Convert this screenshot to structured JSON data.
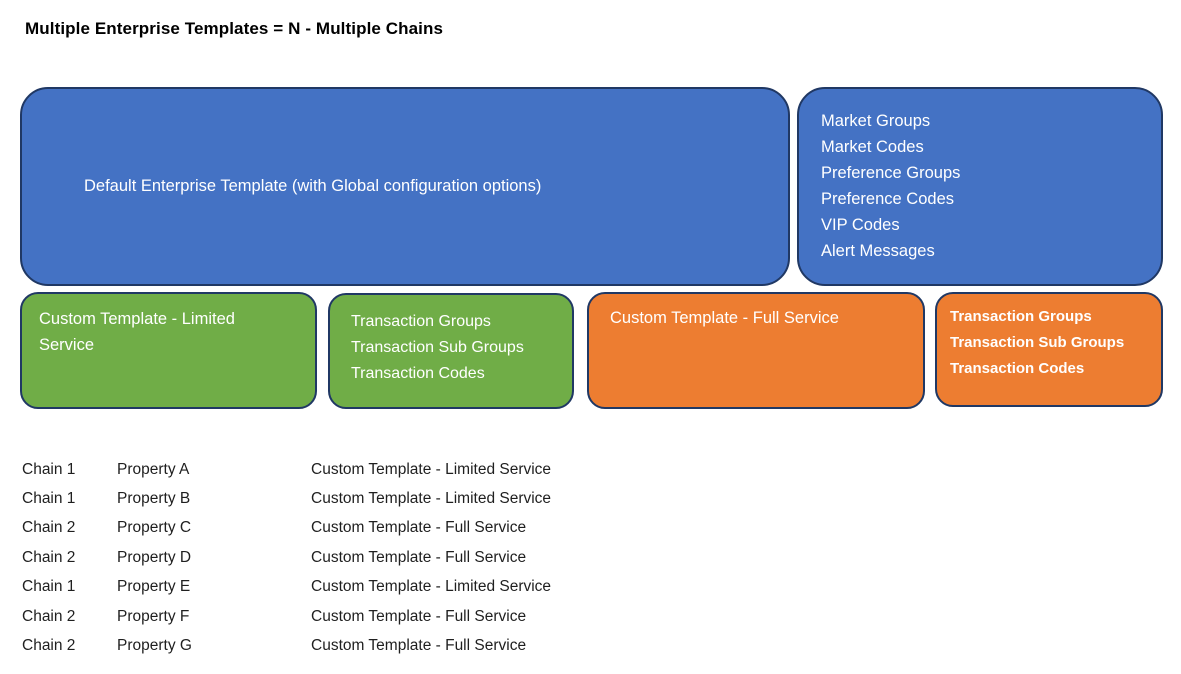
{
  "title": "Multiple Enterprise Templates = N - Multiple Chains",
  "colors": {
    "blue": "#4472C4",
    "green": "#70AD47",
    "orange": "#ED7D31",
    "outline": "#203864",
    "text_on_shape": "#FFFFFF",
    "body_text": "#1F1F1F"
  },
  "boxes": {
    "default_template": {
      "label": "Default Enterprise Template (with Global configuration options)"
    },
    "global_options": {
      "items": [
        "Market Groups",
        "Market Codes",
        "Preference Groups",
        "Preference Codes",
        "VIP Codes",
        "Alert Messages"
      ]
    },
    "limited_template": {
      "label": "Custom Template - Limited Service"
    },
    "limited_options": {
      "items": [
        "Transaction Groups",
        "Transaction Sub Groups",
        "Transaction Codes"
      ]
    },
    "full_template": {
      "label": "Custom Template - Full Service"
    },
    "full_options": {
      "items": [
        "Transaction Groups",
        "Transaction Sub Groups",
        "Transaction Codes"
      ]
    }
  },
  "table": {
    "rows": [
      [
        "Chain 1",
        "Property A",
        "Custom Template - Limited Service"
      ],
      [
        "Chain 1",
        "Property B",
        "Custom Template - Limited Service"
      ],
      [
        "Chain 2",
        "Property C",
        "Custom Template - Full Service"
      ],
      [
        "Chain 2",
        "Property D",
        "Custom Template - Full Service"
      ],
      [
        "Chain 1",
        "Property E",
        "Custom Template - Limited Service"
      ],
      [
        "Chain 2",
        "Property F",
        "Custom Template - Full Service"
      ],
      [
        "Chain 2",
        "Property G",
        "Custom Template - Full Service"
      ]
    ]
  }
}
